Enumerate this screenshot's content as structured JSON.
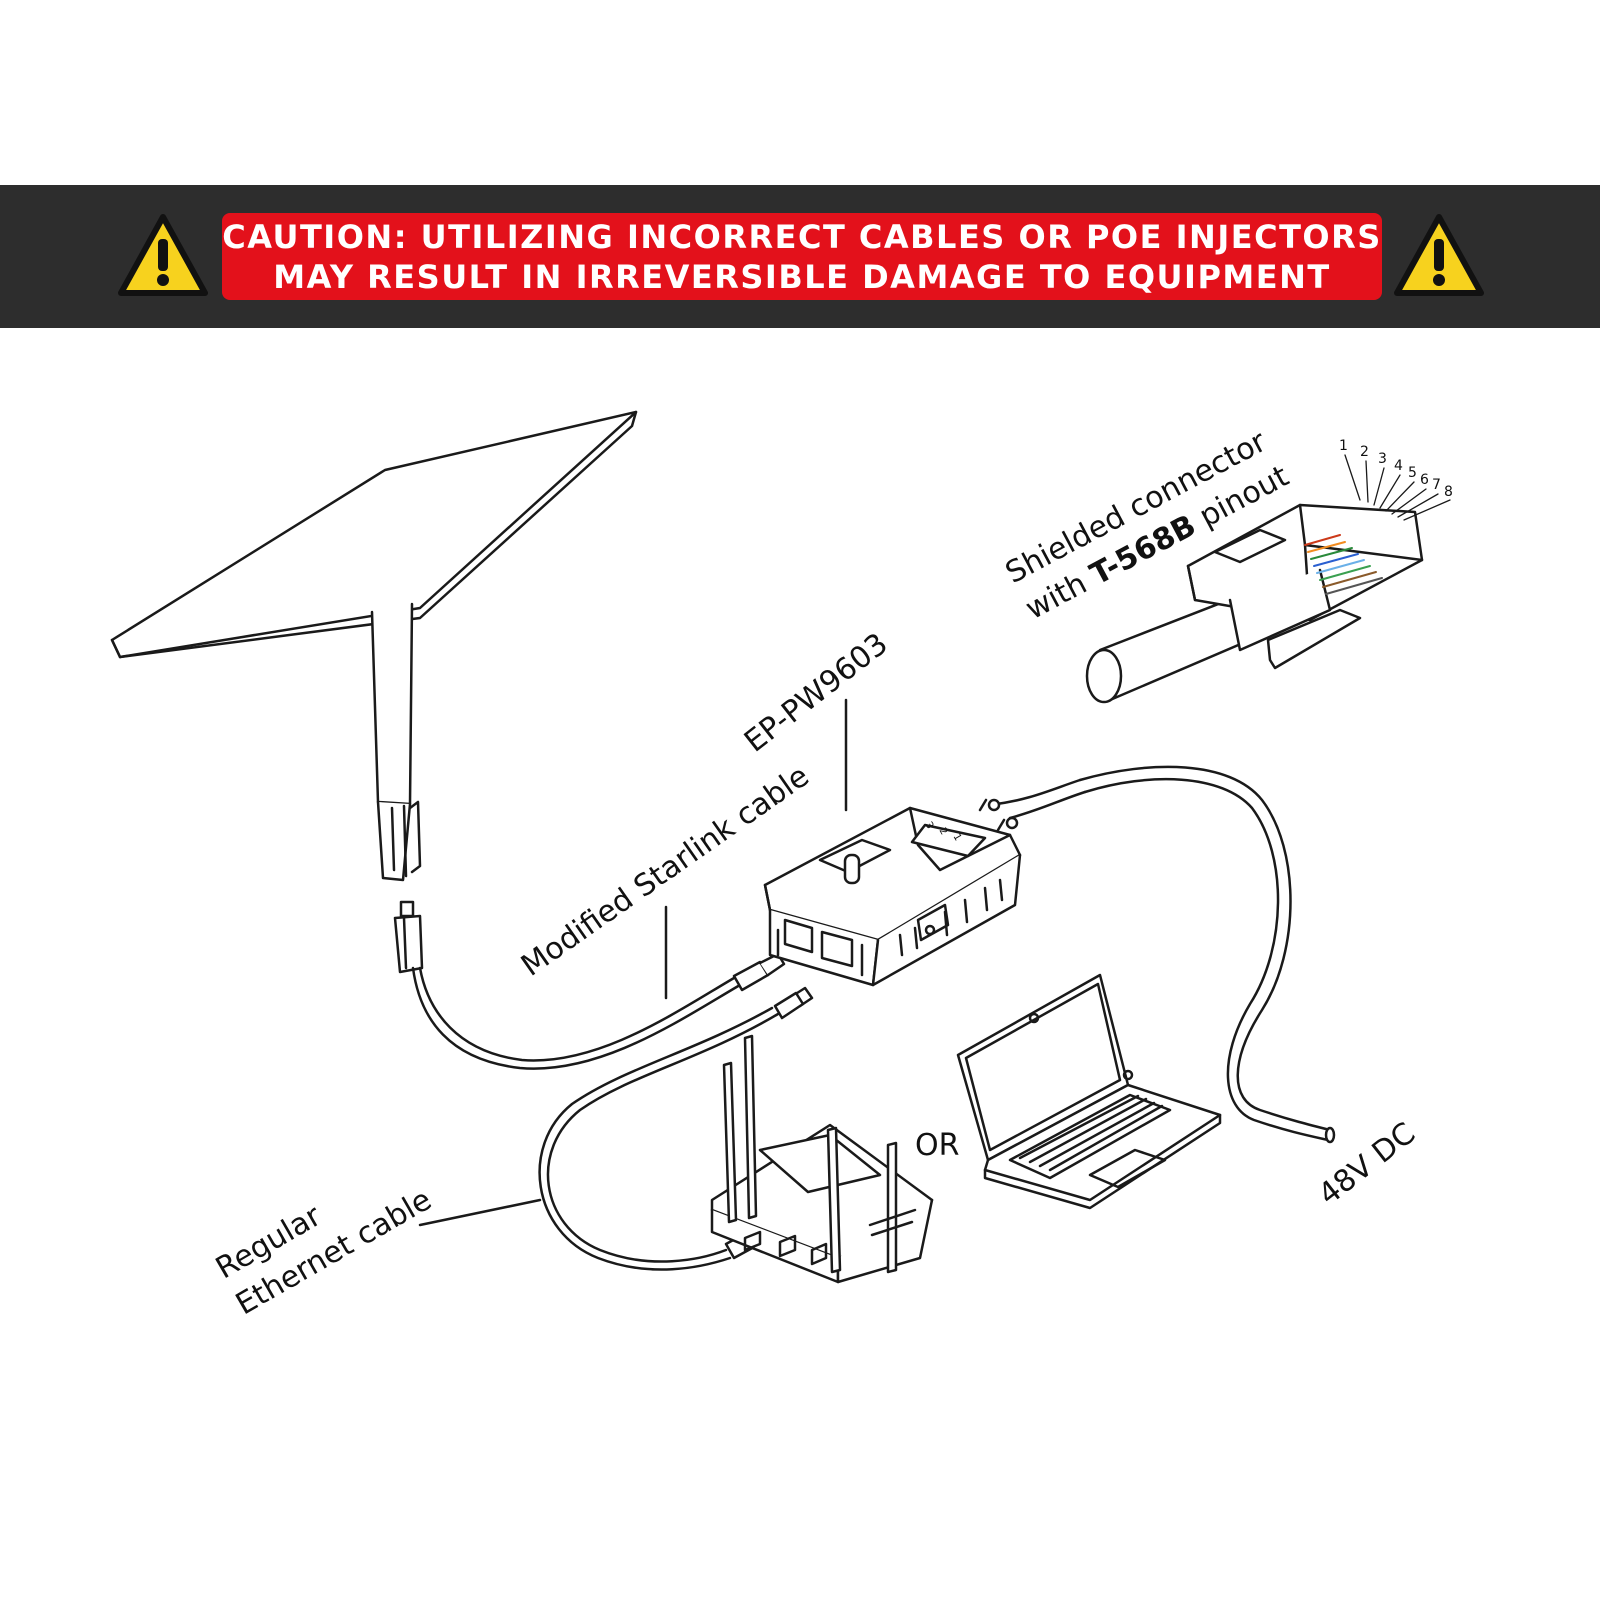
{
  "caution": {
    "line1": "CAUTION: UTILIZING INCORRECT CABLES OR POE INJECTORS",
    "line2": "MAY RESULT IN IRREVERSIBLE DAMAGE TO EQUIPMENT",
    "banner_color": "#2d2d2d",
    "box_color": "#e3111b",
    "icon": "warning-triangle-icon",
    "icon_color": "#f7d21e"
  },
  "labels": {
    "shielded_line1": "Shielded connector",
    "shielded_with": "with ",
    "shielded_bold": "T-568B",
    "shielded_pinout": " pinout",
    "model": "EP-PW9603",
    "starlink_cable": "Modified Starlink cable",
    "regular": "Regular",
    "ethernet_cable": "Ethernet cable",
    "or": "OR",
    "dc": "48V DC"
  },
  "pins": [
    "1",
    "2",
    "3",
    "4",
    "5",
    "6",
    "7",
    "8"
  ],
  "terminal": [
    "3",
    "2",
    "1"
  ]
}
